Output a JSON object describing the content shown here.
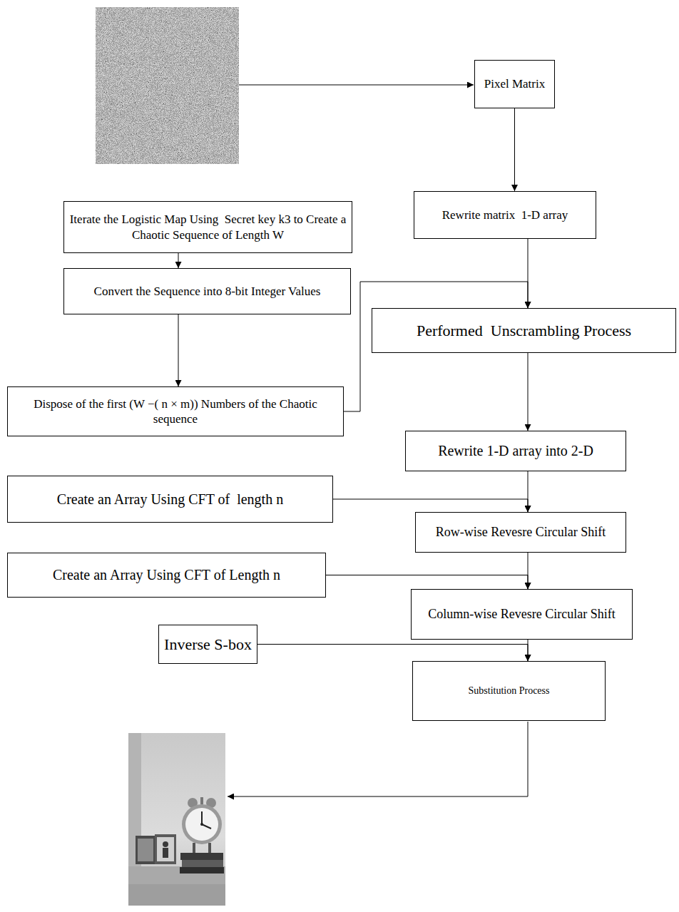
{
  "diagram": {
    "nodes": [
      {
        "text": [
          "Pixel Matrix"
        ]
      },
      {
        "text": [
          "Rewrite matrix  1-D array"
        ]
      },
      {
        "text": [
          "Iterate the Logistic Map Using  Secret key k3 to Create a Chaotic Sequence of Length W"
        ]
      },
      {
        "text": [
          "Convert the Sequence into 8-bit Integer Values"
        ]
      },
      {
        "text": [
          "Performed  Unscrambling Process"
        ]
      },
      {
        "text": [
          "Dispose of the first (W −( n × m)) Numbers of the Chaotic sequence"
        ]
      },
      {
        "text": [
          "Rewrite 1-D array into 2-D"
        ]
      },
      {
        "text": [
          "Create an Array Using CFT of  length n"
        ]
      },
      {
        "text": [
          "Row-wise Revesre Circular Shift"
        ]
      },
      {
        "text": [
          "Create an Array Using CFT of Length n"
        ]
      },
      {
        "text": [
          "Column-wise Revesre Circular Shift"
        ]
      },
      {
        "text": [
          "Inverse S-box"
        ]
      },
      {
        "text": [
          "Substitution Process"
        ]
      }
    ],
    "edges": [
      {
        "from": 0,
        "to": 1,
        "arrow": "to"
      },
      {
        "from": 1,
        "to": 4,
        "arrow": "to"
      },
      {
        "from": 2,
        "to": 3,
        "arrow": "to"
      },
      {
        "from": 3,
        "to": 5,
        "arrow": "to"
      },
      {
        "from": 5,
        "to": 4,
        "arrow": "to"
      },
      {
        "from": 4,
        "to": 6,
        "arrow": "to"
      },
      {
        "from": 6,
        "to": 8,
        "arrow": "to"
      },
      {
        "from": 7,
        "to": 8,
        "arrow": "to"
      },
      {
        "from": 8,
        "to": 10,
        "arrow": "to"
      },
      {
        "from": 9,
        "to": 10,
        "arrow": "to"
      },
      {
        "from": 10,
        "to": 12,
        "arrow": "to"
      },
      {
        "from": 11,
        "to": 12,
        "arrow": "to"
      }
    ]
  }
}
